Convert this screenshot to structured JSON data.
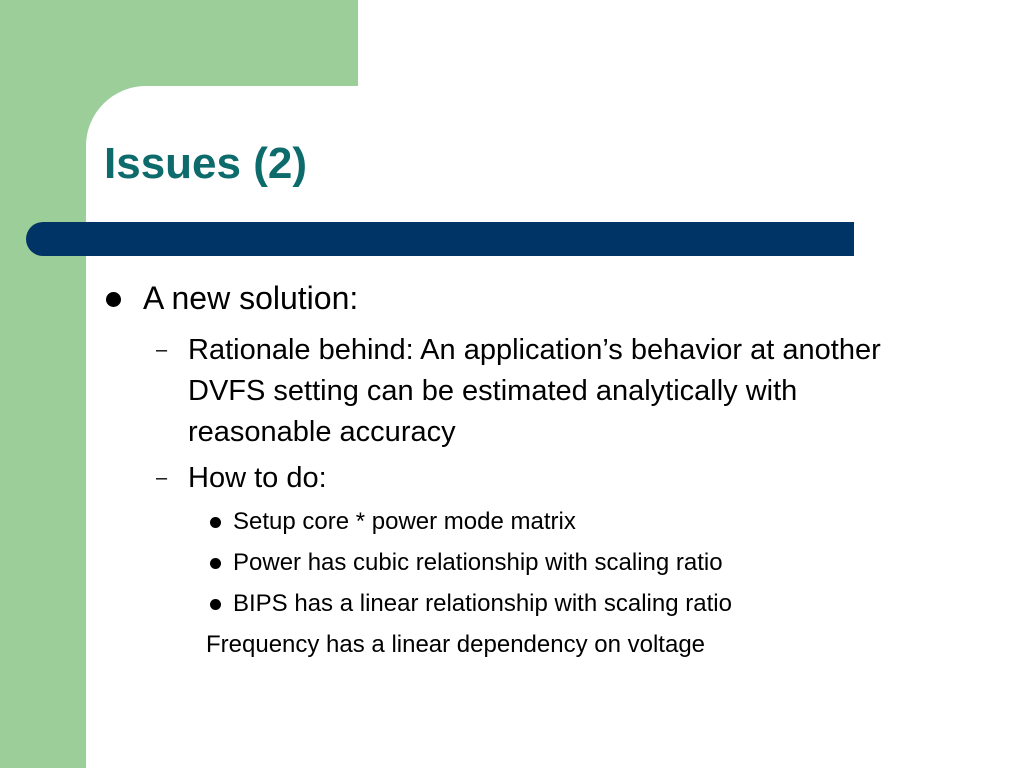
{
  "slide": {
    "title": "Issues (2)",
    "bullets": [
      {
        "text": "A new solution:",
        "sub": [
          {
            "dash": "–",
            "text": "Rationale behind: An application’s behavior at another DVFS setting can be estimated analytically with reasonable accuracy"
          },
          {
            "dash": "–",
            "text": "How to do:"
          }
        ]
      }
    ],
    "subsub": [
      "Setup core * power mode matrix",
      "Power has cubic relationship with scaling ratio",
      "BIPS has a linear relationship with scaling ratio"
    ],
    "plain_line": "Frequency has a linear dependency on voltage"
  },
  "colors": {
    "accent_green": "#9cce9a",
    "title_teal": "#0d6b6b",
    "bar_navy": "#003366"
  }
}
